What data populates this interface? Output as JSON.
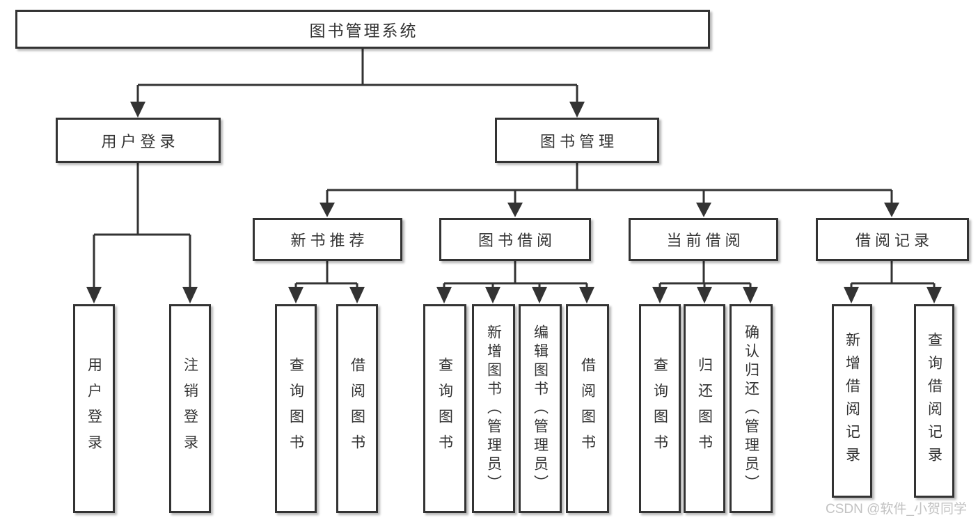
{
  "tree": {
    "label": "图书管理系统",
    "children": [
      {
        "label": "用户登录",
        "children": [
          {
            "label": "用户登录"
          },
          {
            "label": "注销登录"
          }
        ]
      },
      {
        "label": "图书管理",
        "children": [
          {
            "label": "新书推荐",
            "children": [
              {
                "label": "查询图书"
              },
              {
                "label": "借阅图书"
              }
            ]
          },
          {
            "label": "图书借阅",
            "children": [
              {
                "label": "查询图书"
              },
              {
                "label": "新增图书（管理员）"
              },
              {
                "label": "编辑图书（管理员）"
              },
              {
                "label": "借阅图书"
              }
            ]
          },
          {
            "label": "当前借阅",
            "children": [
              {
                "label": "查询图书"
              },
              {
                "label": "归还图书"
              },
              {
                "label": "确认归还（管理员）"
              }
            ]
          },
          {
            "label": "借阅记录",
            "children": [
              {
                "label": "新增借阅记录"
              },
              {
                "label": "查询借阅记录"
              }
            ]
          }
        ]
      }
    ]
  },
  "watermark": {
    "text": "CSDN @软件_小贺同学"
  },
  "colors": {
    "line": "#333333",
    "box_border": "#333333",
    "text": "#333333",
    "watermark": "#c2c2c2",
    "background": "#ffffff"
  }
}
